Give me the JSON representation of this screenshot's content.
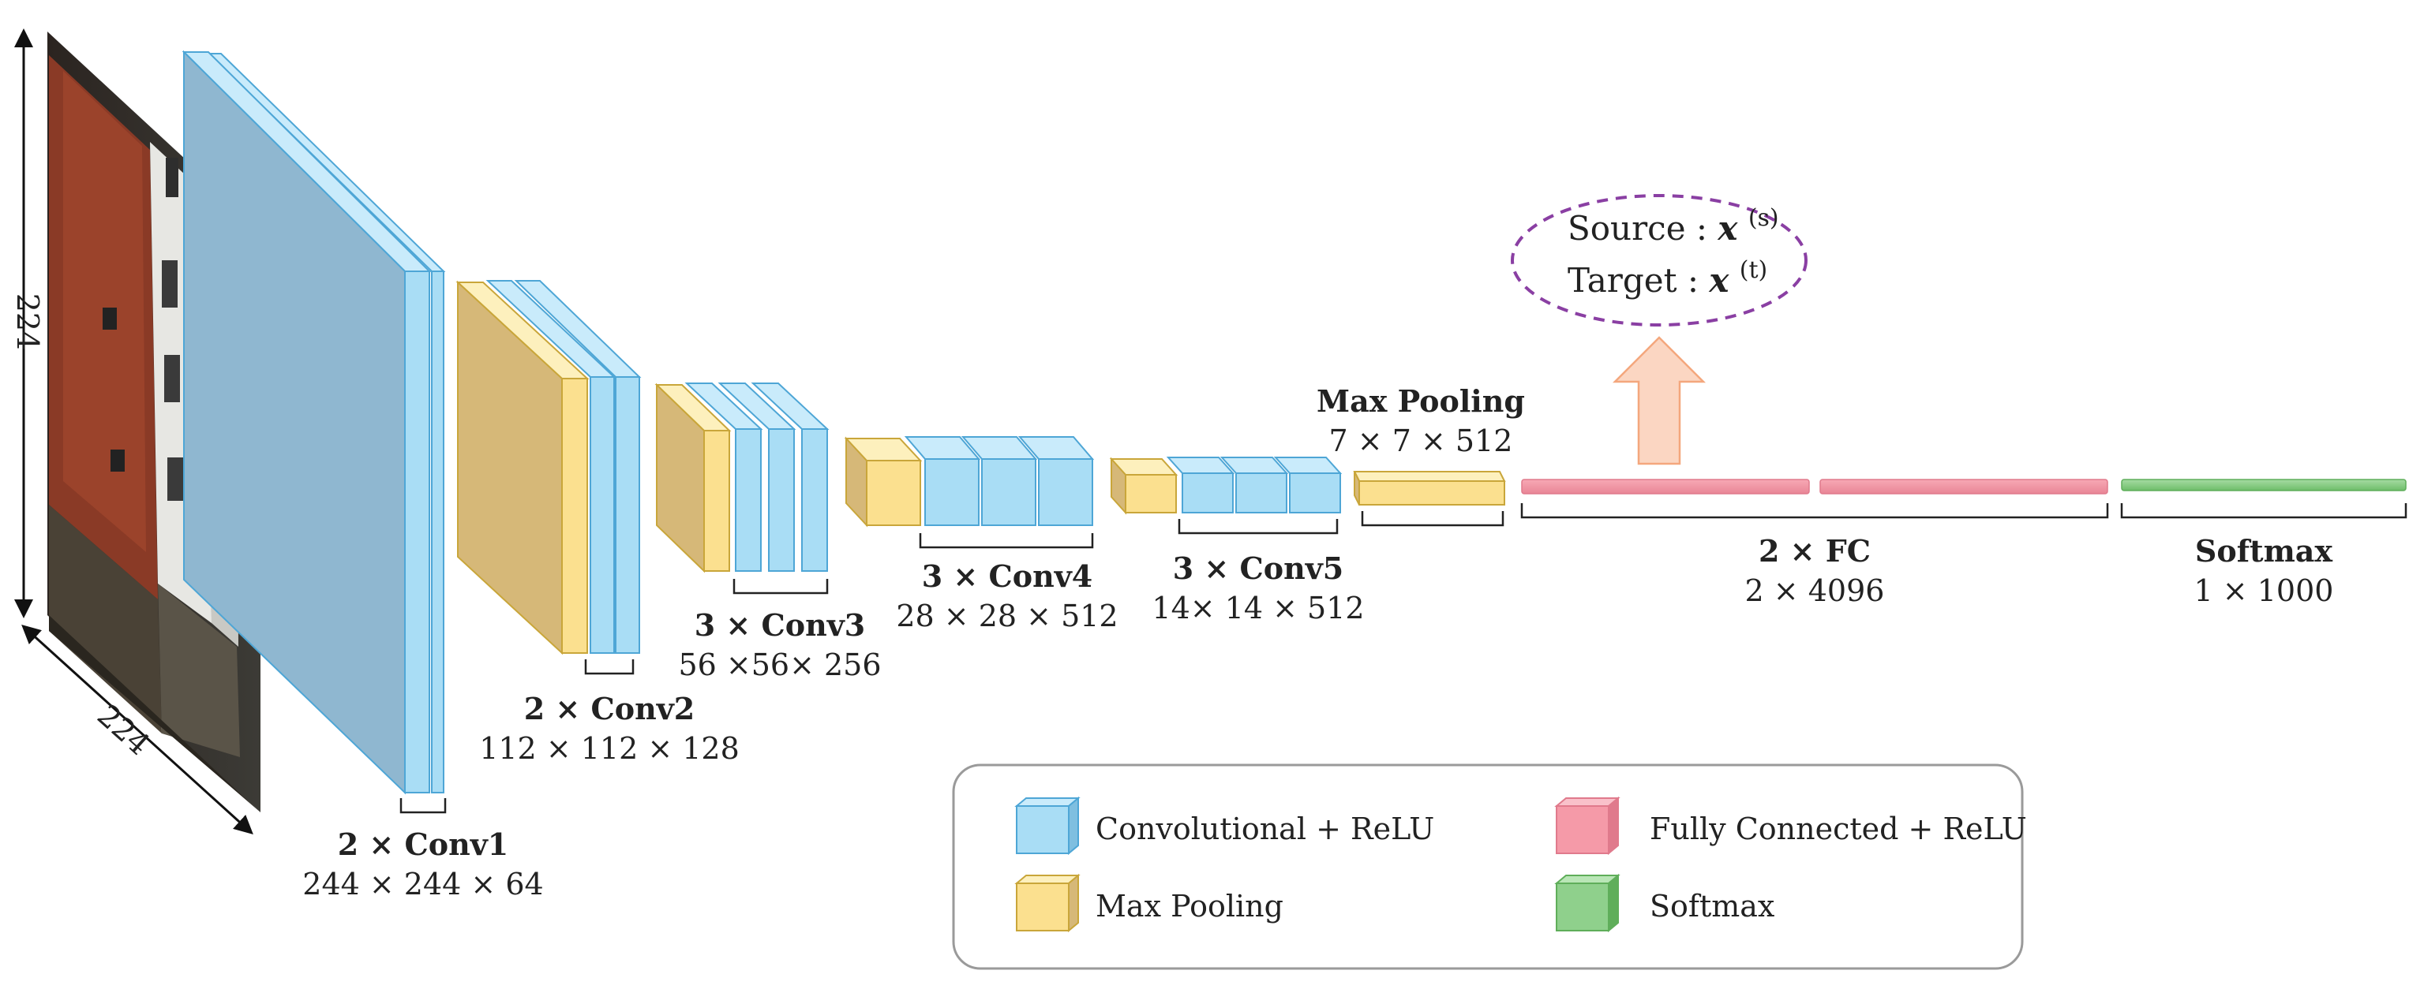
{
  "input_image": {
    "height_label": "224",
    "width_label": "224"
  },
  "layers": {
    "conv1": {
      "name": "2 × Conv1",
      "dims": "244 × 244 × 64"
    },
    "conv2": {
      "name": "2 × Conv2",
      "dims": "112 × 112 × 128"
    },
    "conv3": {
      "name": "3 × Conv3",
      "dims": "56 ×56× 256"
    },
    "conv4": {
      "name": "3 × Conv4",
      "dims": "28 × 28 × 512"
    },
    "conv5": {
      "name": "3 × Conv5",
      "dims": "14× 14 × 512"
    },
    "maxpool": {
      "name": "Max Pooling",
      "dims": "7 × 7 × 512"
    },
    "fc": {
      "name": "2 × FC",
      "dims": "2 × 4096"
    },
    "softmax": {
      "name": "Softmax",
      "dims": "1 ×  1000"
    }
  },
  "feature_callout": {
    "source_label": "Source : ",
    "source_var": "x",
    "source_sup": "(s)",
    "target_label": "Target : ",
    "target_var": "x",
    "target_sup": "(t)"
  },
  "legend": {
    "items": [
      {
        "label": "Convolutional + ReLU",
        "color": "#a9ddf5"
      },
      {
        "label": "Fully Connected + ReLU",
        "color": "#f59aa8"
      },
      {
        "label": "Max Pooling",
        "color": "#fbe08f"
      },
      {
        "label": "Softmax",
        "color": "#8fd08c"
      }
    ]
  },
  "colors": {
    "conv": "#a9ddf5",
    "pool": "#fbe08f",
    "fc": "#f59aa8",
    "softmax": "#8fd08c",
    "callout_border": "#8a3fa3",
    "arrow": "#fbd6c2"
  }
}
